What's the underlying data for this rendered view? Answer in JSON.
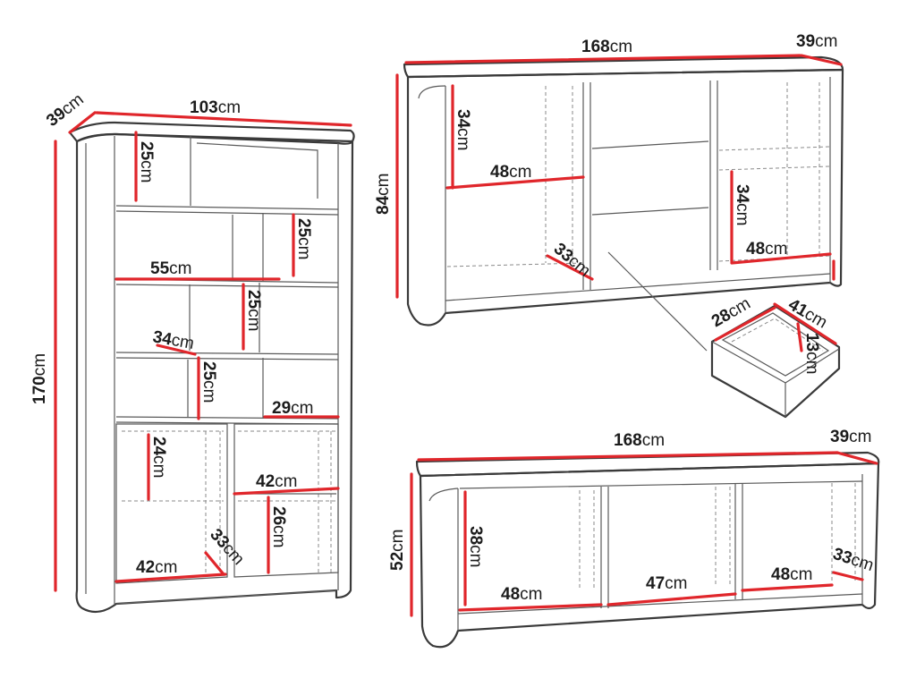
{
  "labels": {
    "bk_depth": {
      "num": "39",
      "unit": "cm"
    },
    "bk_width": {
      "num": "103",
      "unit": "cm"
    },
    "bk_height": {
      "num": "170",
      "unit": "cm"
    },
    "bk_s1": {
      "num": "25",
      "unit": "cm"
    },
    "bk_s2": {
      "num": "25",
      "unit": "cm"
    },
    "bk_55": {
      "num": "55",
      "unit": "cm"
    },
    "bk_s3": {
      "num": "25",
      "unit": "cm"
    },
    "bk_34": {
      "num": "34",
      "unit": "cm"
    },
    "bk_s4": {
      "num": "25",
      "unit": "cm"
    },
    "bk_29": {
      "num": "29",
      "unit": "cm"
    },
    "bk_24": {
      "num": "24",
      "unit": "cm"
    },
    "bk_42a": {
      "num": "42",
      "unit": "cm"
    },
    "bk_26": {
      "num": "26",
      "unit": "cm"
    },
    "bk_33": {
      "num": "33",
      "unit": "cm"
    },
    "bk_42b": {
      "num": "42",
      "unit": "cm"
    },
    "sb_width": {
      "num": "168",
      "unit": "cm"
    },
    "sb_depth": {
      "num": "39",
      "unit": "cm"
    },
    "sb_height": {
      "num": "84",
      "unit": "cm"
    },
    "sb_34a": {
      "num": "34",
      "unit": "cm"
    },
    "sb_48a": {
      "num": "48",
      "unit": "cm"
    },
    "sb_33": {
      "num": "33",
      "unit": "cm"
    },
    "sb_34b": {
      "num": "34",
      "unit": "cm"
    },
    "sb_48b": {
      "num": "48",
      "unit": "cm"
    },
    "dr_28": {
      "num": "28",
      "unit": "cm"
    },
    "dr_41": {
      "num": "41",
      "unit": "cm"
    },
    "dr_13": {
      "num": "13",
      "unit": "cm"
    },
    "tv_width": {
      "num": "168",
      "unit": "cm"
    },
    "tv_depth": {
      "num": "39",
      "unit": "cm"
    },
    "tv_height": {
      "num": "52",
      "unit": "cm"
    },
    "tv_38": {
      "num": "38",
      "unit": "cm"
    },
    "tv_48a": {
      "num": "48",
      "unit": "cm"
    },
    "tv_47": {
      "num": "47",
      "unit": "cm"
    },
    "tv_48b": {
      "num": "48",
      "unit": "cm"
    },
    "tv_33": {
      "num": "33",
      "unit": "cm"
    }
  }
}
